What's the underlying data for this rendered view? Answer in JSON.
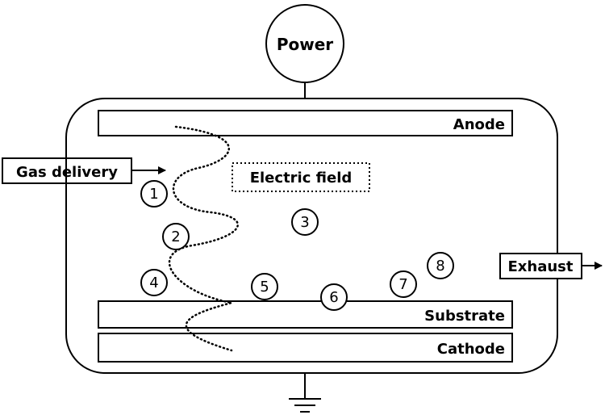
{
  "power": {
    "label": "Power"
  },
  "electrodes": {
    "anode": "Anode",
    "substrate": "Substrate",
    "cathode": "Cathode"
  },
  "field": {
    "label": "Electric field"
  },
  "gas": {
    "label": "Gas delivery"
  },
  "exhaust": {
    "label": "Exhaust"
  },
  "steps": [
    "1",
    "2",
    "3",
    "4",
    "5",
    "6",
    "7",
    "8"
  ]
}
